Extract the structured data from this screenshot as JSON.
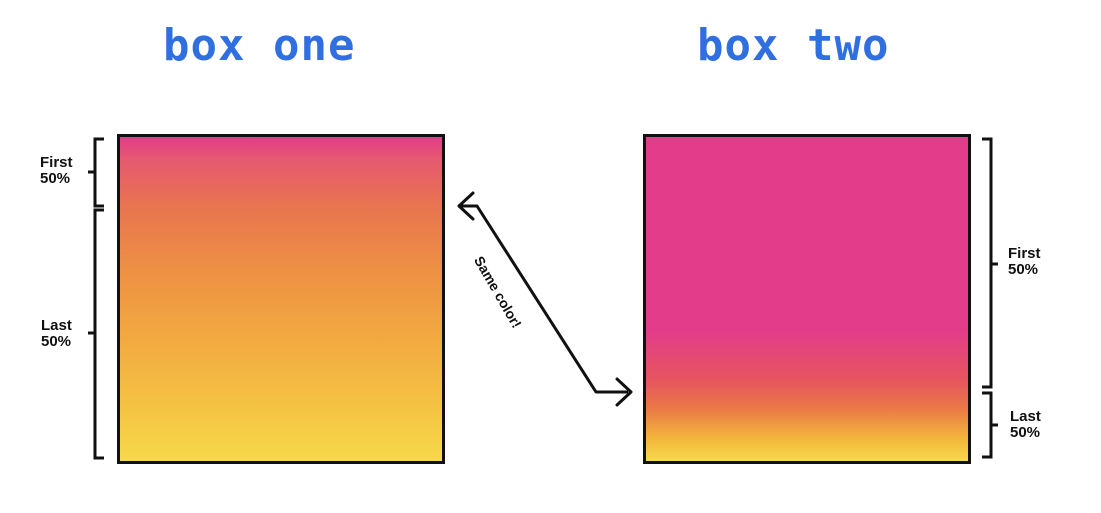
{
  "titles": {
    "box_one": "box one",
    "box_two": "box two"
  },
  "box_one": {
    "first_label": [
      "First",
      "50%"
    ],
    "last_label": [
      "Last",
      "50%"
    ]
  },
  "box_two": {
    "first_label": [
      "First",
      "50%"
    ],
    "last_label": [
      "Last",
      "50%"
    ]
  },
  "connector": {
    "label": "Same color!"
  },
  "colors": {
    "title": "#2f6fe0",
    "gradient_start": "#e33c8a",
    "gradient_end": "#f7d94a",
    "stroke": "#111111"
  }
}
